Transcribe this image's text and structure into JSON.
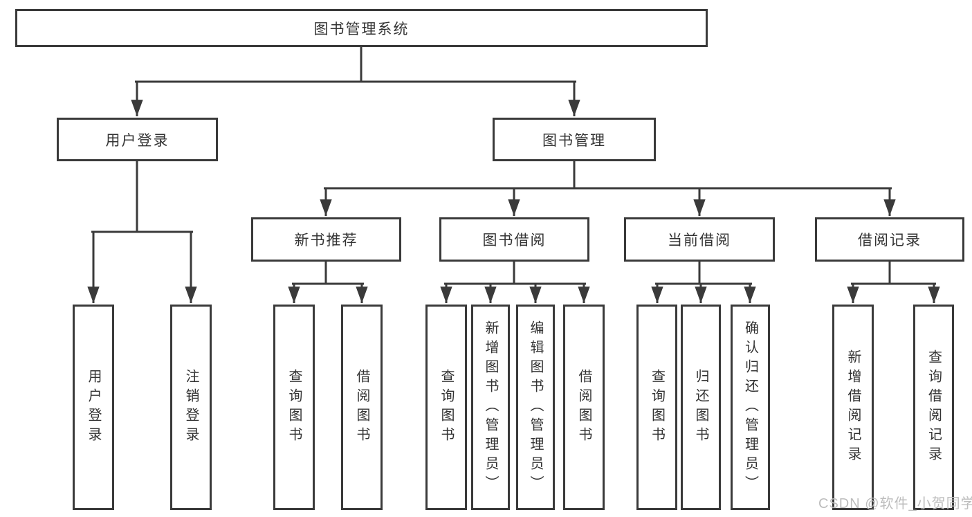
{
  "diagram": {
    "root": "图书管理系统",
    "user_login": {
      "label": "用户登录",
      "children": [
        "用户登录",
        "注销登录"
      ]
    },
    "book_management": {
      "label": "图书管理",
      "children": {
        "new_book_recommend": {
          "label": "新书推荐",
          "children": [
            "查询图书",
            "借阅图书"
          ]
        },
        "book_borrow": {
          "label": "图书借阅",
          "children": [
            "查询图书",
            "新增图书（管理员）",
            "编辑图书（管理员）",
            "借阅图书"
          ]
        },
        "current_borrow": {
          "label": "当前借阅",
          "children": [
            "查询图书",
            "归还图书",
            "确认归还（管理员）"
          ]
        },
        "borrow_records": {
          "label": "借阅记录",
          "children": [
            "新增借阅记录",
            "查询借阅记录"
          ]
        }
      }
    },
    "watermark": "CSDN @软件_小贺同学",
    "colors": {
      "line": "#3a3a3a",
      "box_border": "#3a3a3a",
      "text": "#333333",
      "watermark": "#bdbdbd"
    }
  }
}
